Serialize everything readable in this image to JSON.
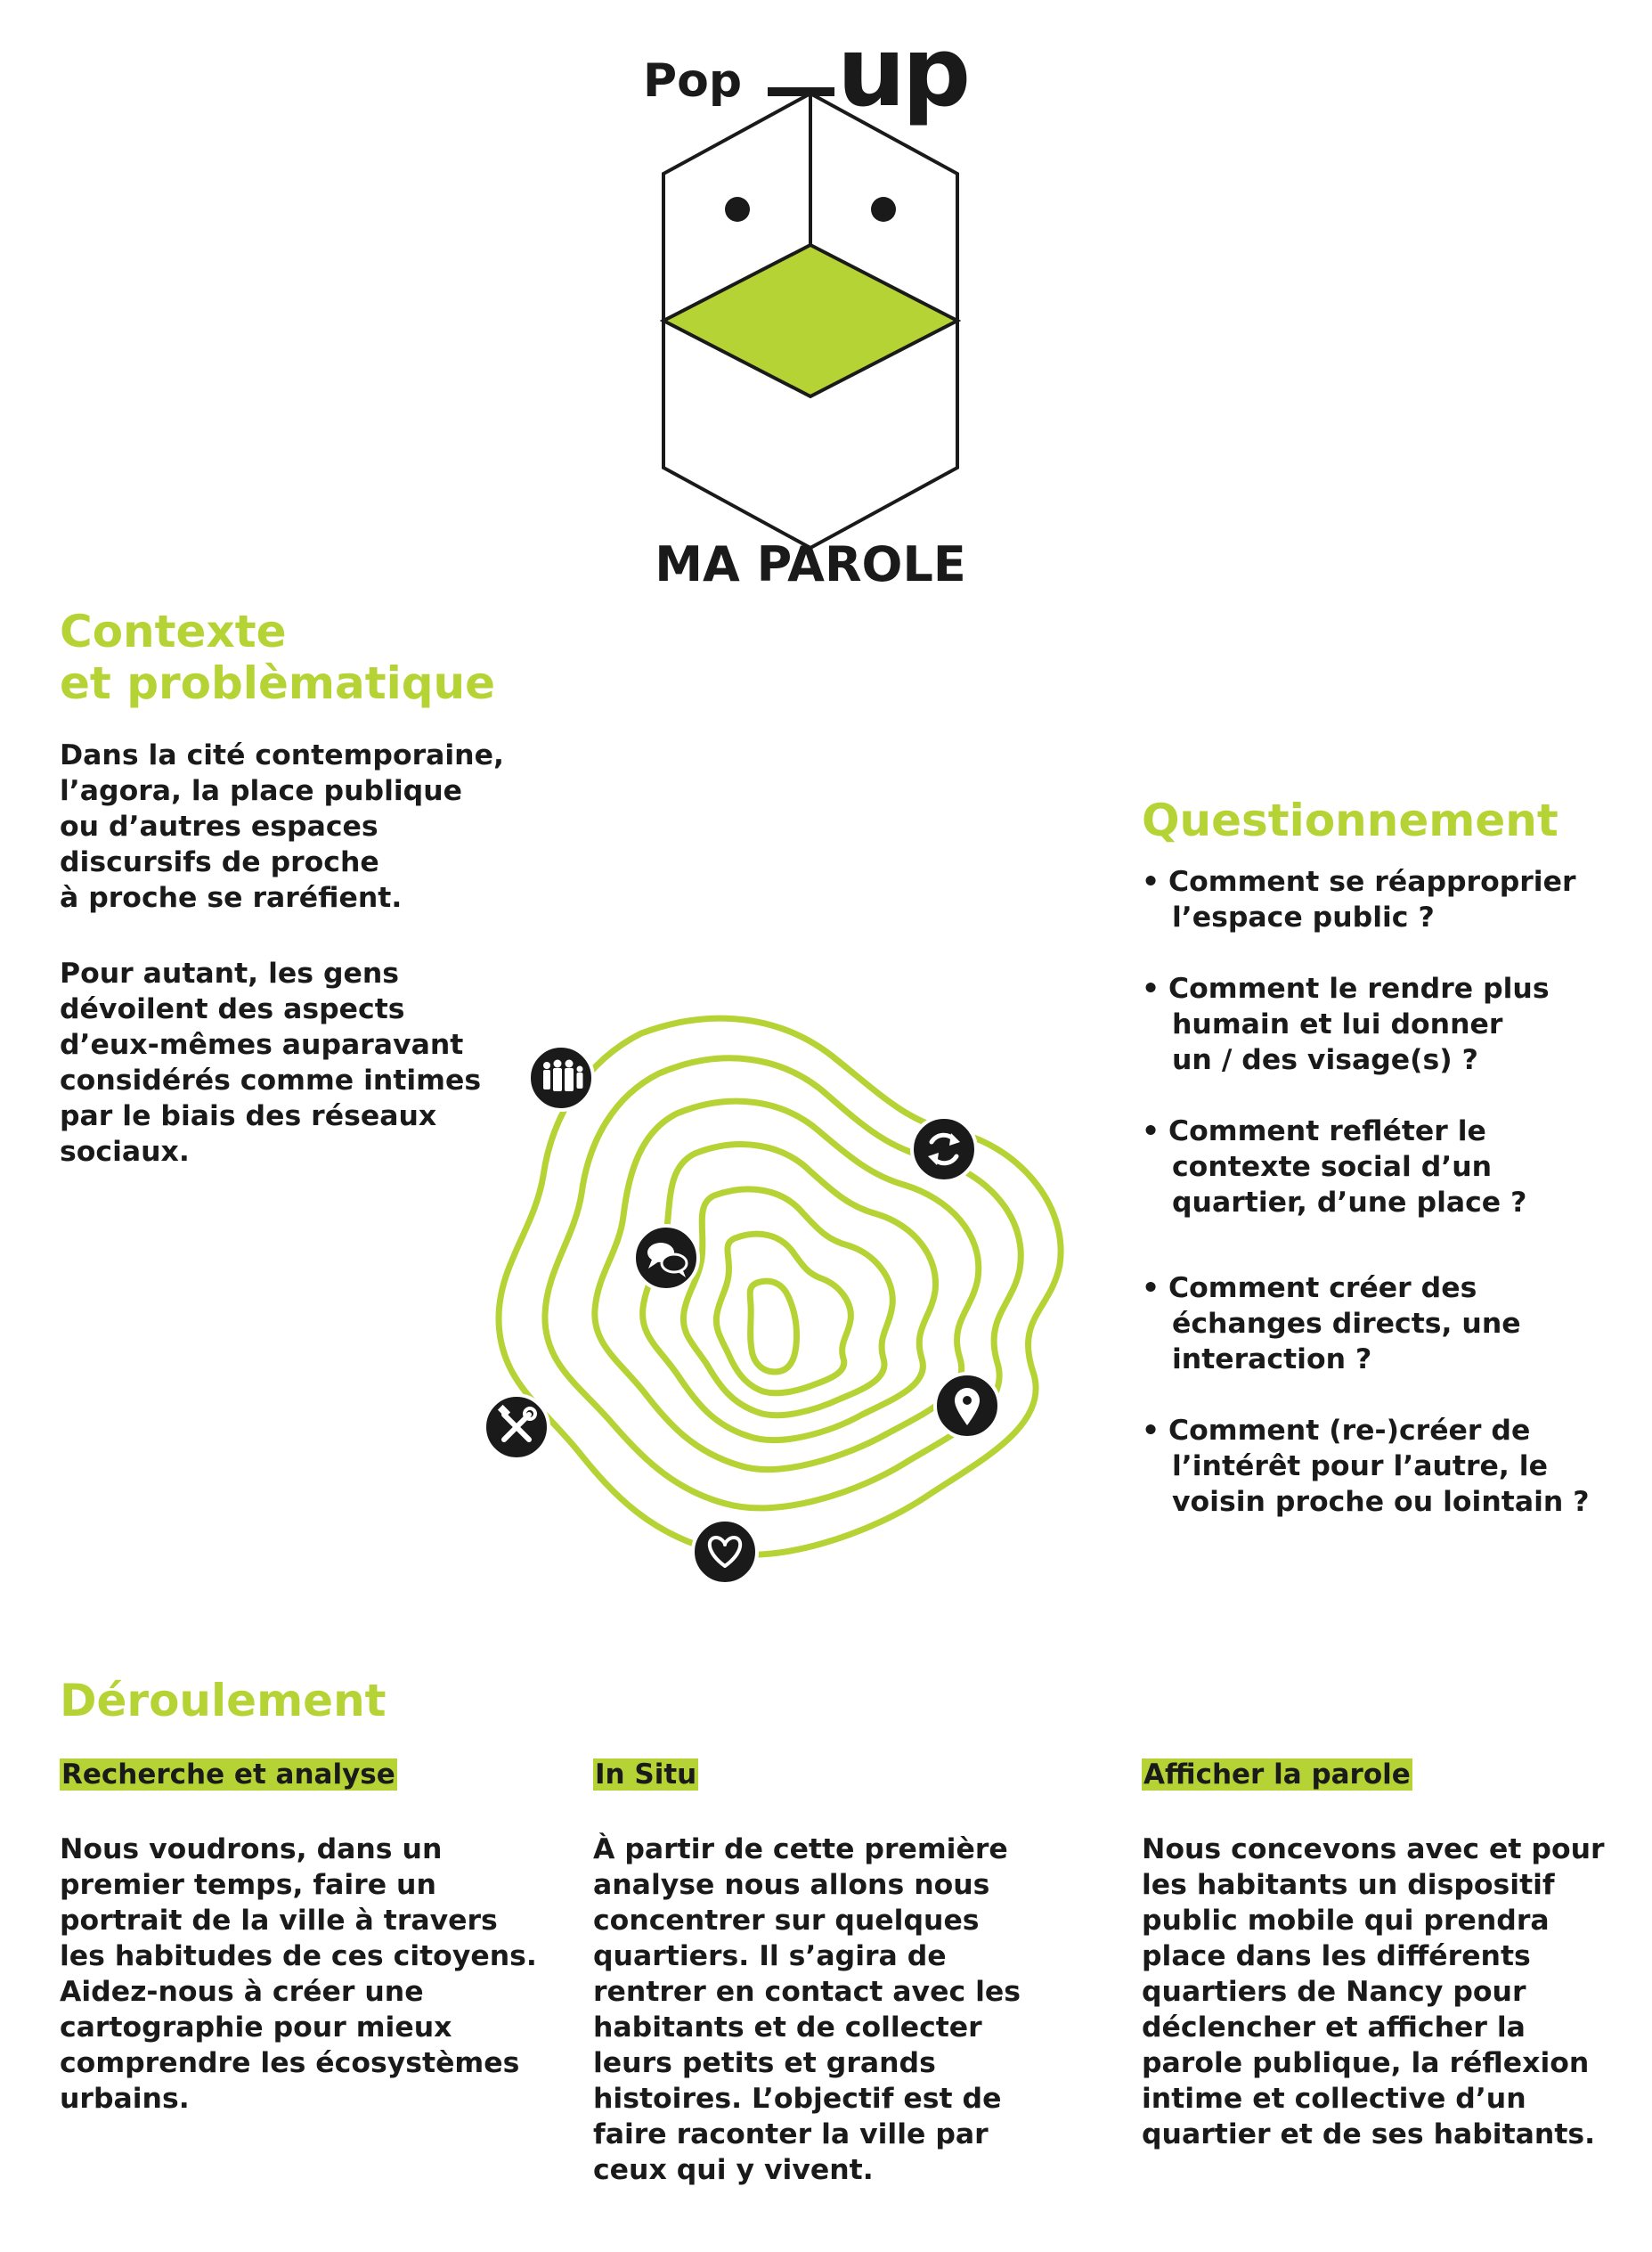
{
  "logo": {
    "top_left": "Pop",
    "top_right": "up",
    "bottom": "MA PAROLE"
  },
  "colors": {
    "accent": "#b5d334",
    "ink": "#1a1a1a"
  },
  "contexte": {
    "title_lines": [
      "Contexte",
      "et problèmatique"
    ],
    "para1_lines": [
      "Dans la cité contemporaine,",
      "l’agora, la place publique",
      "ou d’autres espaces",
      "discursifs de proche",
      "à proche se raréfient."
    ],
    "para2_lines": [
      "Pour autant, les gens",
      "dévoilent des aspects",
      "d’eux-mêmes auparavant",
      "considérés comme intimes",
      "par le biais des réseaux",
      "sociaux."
    ]
  },
  "questionnement": {
    "title": "Questionnement",
    "bullet": "•",
    "items": [
      {
        "lines": [
          "Comment se réapproprier",
          "l’espace public ?"
        ]
      },
      {
        "lines": [
          "Comment le rendre plus",
          "humain et lui donner",
          "un / des visage(s) ?"
        ]
      },
      {
        "lines": [
          "Comment refléter le",
          "contexte social d’un",
          "quartier, d’une place ?"
        ]
      },
      {
        "lines": [
          "Comment créer des",
          "échanges directs, une",
          "interaction ?"
        ]
      },
      {
        "lines": [
          "Comment (re-)créer de",
          "l’intérêt pour l’autre, le",
          "voisin proche ou lointain ?"
        ]
      }
    ]
  },
  "map_icons": [
    "family-icon",
    "refresh-icon",
    "chat-icon",
    "tools-icon",
    "location-pin-icon",
    "heart-icon"
  ],
  "deroulement": {
    "title": "Déroulement",
    "columns": [
      {
        "tag": "Recherche et analyse",
        "lines": [
          "Nous voudrons, dans un",
          "premier temps, faire un",
          "portrait de la ville à travers",
          "les habitudes de ces citoyens.",
          "Aidez-nous à créer une",
          "cartographie pour mieux",
          "comprendre les écosystèmes",
          "urbains."
        ]
      },
      {
        "tag": "In Situ",
        "lines": [
          "À partir de cette première",
          "analyse nous allons nous",
          "concentrer sur quelques",
          "quartiers. Il s’agira de",
          "rentrer en contact avec les",
          "habitants et de collecter",
          "leurs petits et grands",
          "histoires. L’objectif est de",
          "faire raconter la ville par",
          "ceux qui y vivent."
        ]
      },
      {
        "tag": "Afficher la parole",
        "lines": [
          "Nous concevons avec et pour",
          "les habitants un dispositif",
          "public mobile qui prendra",
          "place dans les différents",
          "quartiers de Nancy pour",
          "déclencher et afficher la",
          "parole publique, la réflexion",
          "intime et collective d’un",
          "quartier et de ses habitants."
        ]
      }
    ]
  }
}
